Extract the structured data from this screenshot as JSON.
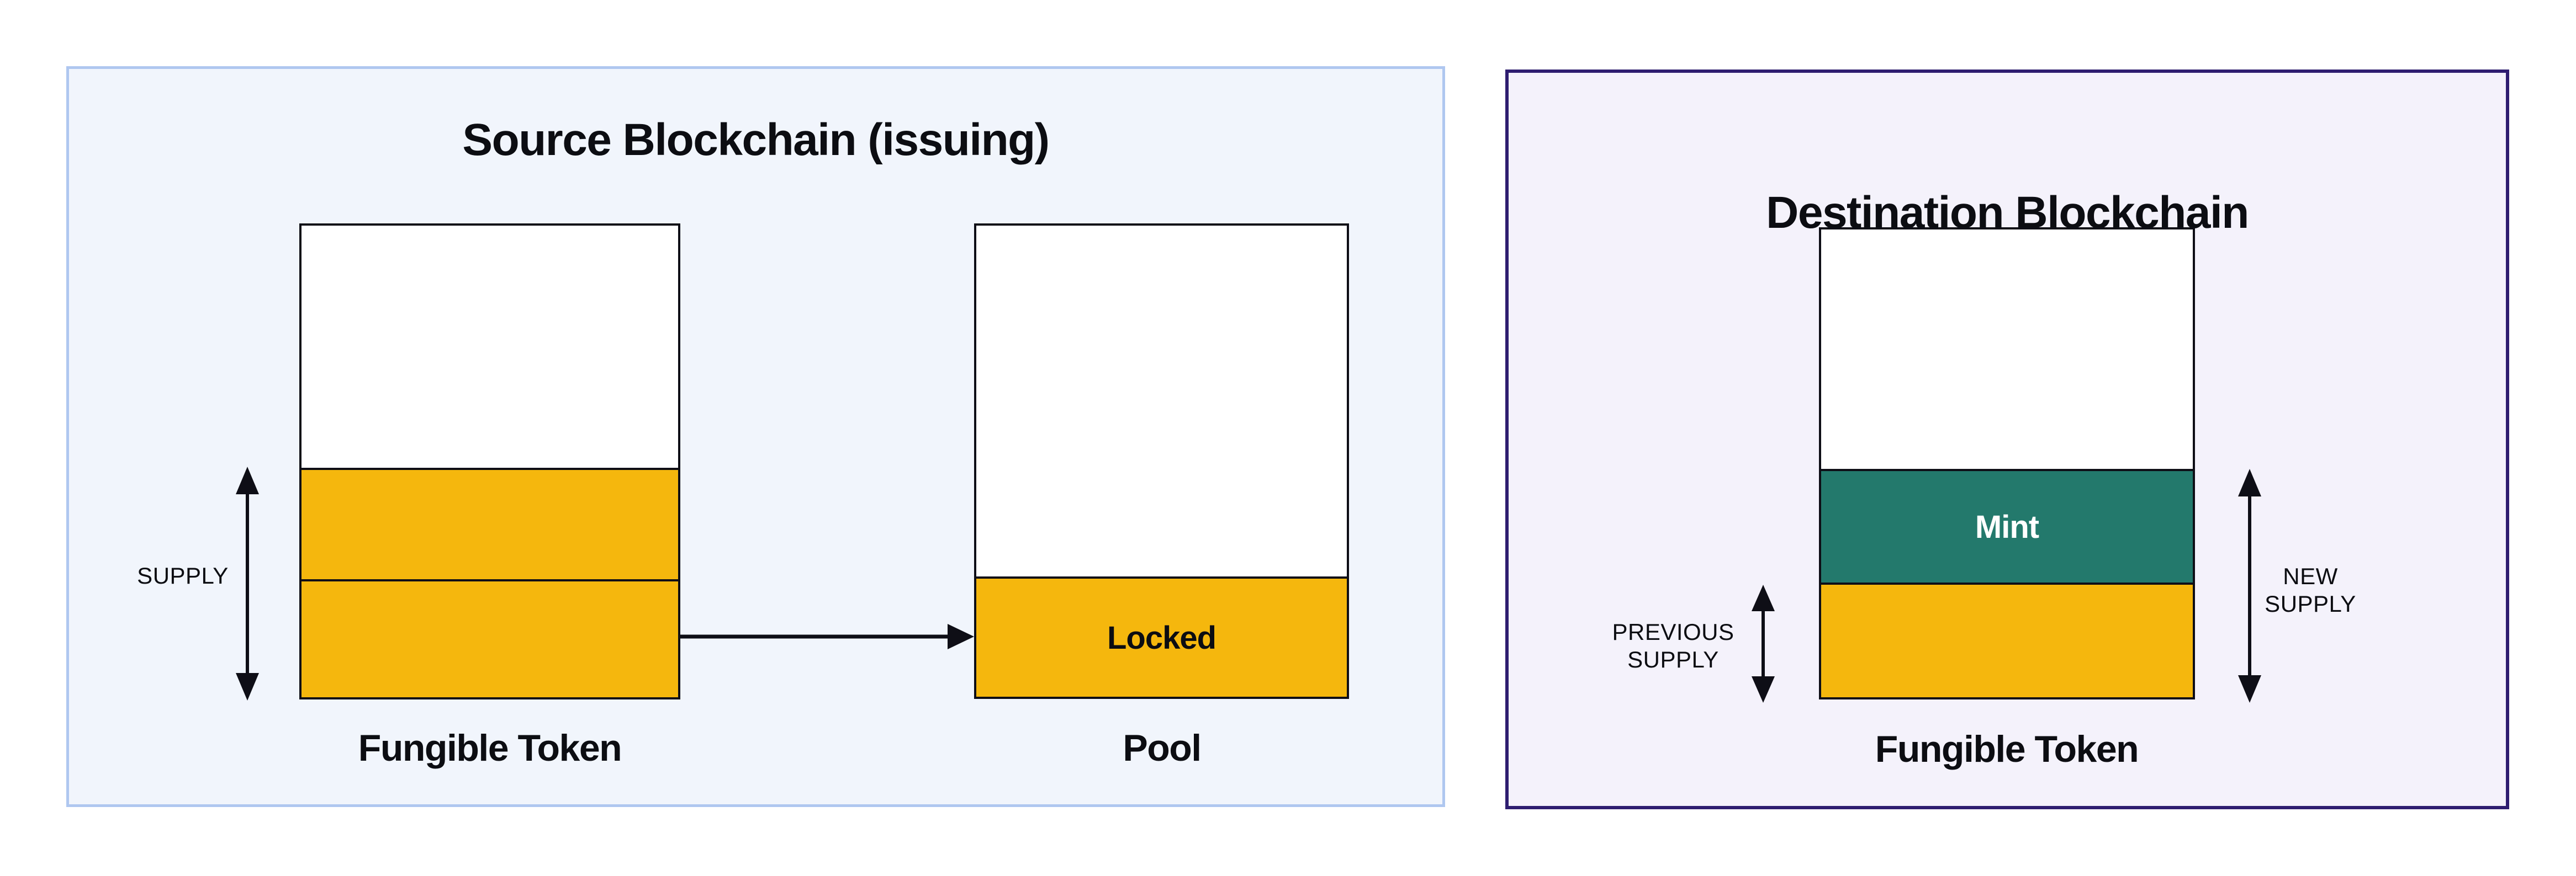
{
  "source": {
    "title": "Source Blockchain (issuing)",
    "supply_label": "SUPPLY",
    "bars": {
      "fungible": {
        "label": "Fungible Token"
      },
      "pool": {
        "label": "Pool",
        "locked": "Locked"
      }
    }
  },
  "dest": {
    "title": "Destination Blockchain",
    "mint": "Mint",
    "previous_supply": [
      "PREVIOUS",
      "SUPPLY"
    ],
    "new_supply": [
      "NEW",
      "SUPPLY"
    ],
    "token_label": "Fungible Token"
  },
  "colors": {
    "token_fill": "#F5B70D",
    "mint_fill": "#23796C",
    "source_panel_bg": "#F1F5FC",
    "source_panel_border": "#AFC7F0",
    "dest_panel_bg": "#F4F2FB",
    "dest_panel_border": "#2E1D70",
    "line": "#0E0E16"
  }
}
